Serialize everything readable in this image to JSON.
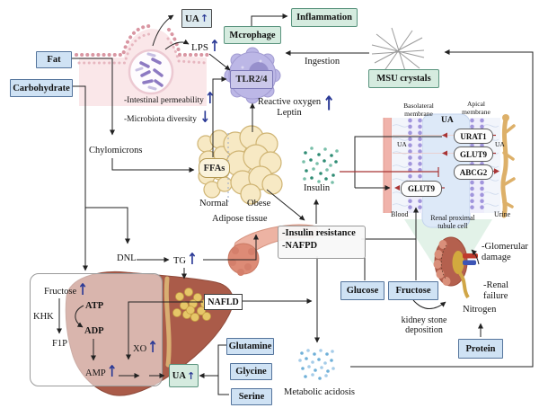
{
  "arrows": {
    "up": "↑",
    "down": "↓"
  },
  "colors": {
    "green_box_bg": "#d5ebdf",
    "green_box_border": "#5a947e",
    "blue_box_bg": "#cfe2f4",
    "blue_box_border": "#54749c",
    "navy_arrow": "#2b3a96",
    "red_transport": "#a83434",
    "line": "#222222"
  },
  "gut": {
    "fat": "Fat",
    "carbohydrate": "Carbohydrate",
    "ua_top": "UA",
    "lps": "LPS",
    "intestinal_permeability": "-Intestinal permeability",
    "microbiota_diversity": "-Microbiota diversity",
    "chylomicrons": "Chylomicrons"
  },
  "immune": {
    "macrophage": "Mcrophage",
    "inflammation": "Inflammation",
    "tlr": "TLR2/4",
    "ingestion": "Ingestion",
    "msu": "MSU crystals",
    "reactive_oxygen": "Reactive oxygen",
    "leptin": "Leptin"
  },
  "adipose": {
    "ffas": "FFAs",
    "normal": "Normal",
    "obese": "Obese",
    "adipose_tissue": "Adipose tissue",
    "insulin": "Insulin",
    "dnl": "DNL",
    "tg": "TG"
  },
  "pancreas_box": {
    "line1": "-Insulin resistance",
    "line2": "-NAFPD"
  },
  "liver": {
    "fructose": "Fructose",
    "khk": "KHK",
    "atp": "ATP",
    "adp": "ADP",
    "f1p": "F1P",
    "xo": "XO",
    "amp": "AMP",
    "nafld": "NAFLD",
    "ua_bottom": "UA"
  },
  "amino_acids": {
    "glutamine": "Glutamine",
    "glycine": "Glycine",
    "serine": "Serine",
    "metabolic_acidosis": "Metabolic acidosis"
  },
  "renal": {
    "basolateral": "Basolateral membrane",
    "apical": "Apical membrane",
    "ua_cell": "UA",
    "urat1": "URAT1",
    "glut9_apical": "GLUT9",
    "abcg2": "ABCG2",
    "glut9_basolateral": "GLUT9",
    "ua_blood": "UA",
    "ua_urine": "UA",
    "blood": "Blood",
    "urine": "Urine",
    "cell": "Renal proximal tubule cell"
  },
  "kidney": {
    "glucose": "Glucose",
    "fructose": "Fructose",
    "stone": "kidney stone deposition",
    "glomerular": "-Glomerular damage",
    "renal_failure": "-Renal failure",
    "nitrogen": "Nitrogen",
    "protein": "Protein"
  }
}
